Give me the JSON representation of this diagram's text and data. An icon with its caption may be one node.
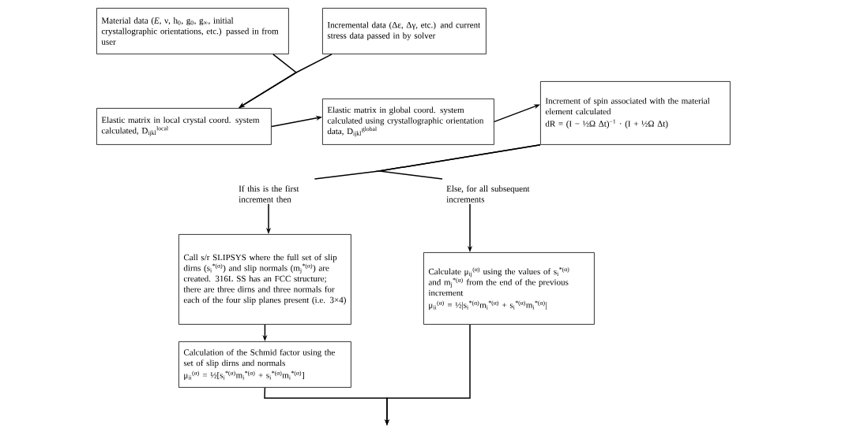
{
  "diagram": {
    "nodes": [
      {
        "text": [
          "Material data (*E*, ν, h$_{0}$, g$_{0}$, g$_{∞}$, initial crystallographic orientations, etc.) passed in from user"
        ]
      },
      {
        "text": [
          "Incremental data (Δε, Δγ, etc.) and current stress data passed in by solver"
        ]
      },
      {
        "text": [
          "Elastic matrix in local crystal coord. system calculated, D$_{ijkl}$$^{local}$"
        ]
      },
      {
        "text": [
          "Elastic matrix in global coord. system calculated using crystallographic orientation data, D$_{ijkl}$$^{global}$"
        ]
      },
      {
        "text": [
          "Increment of spin associated with the material element calculated",
          "dR = (I − ½Ω Δt)$^{−1}$ · (I + ½Ω Δt)"
        ]
      },
      {
        "text": [
          "If this is the first increment then"
        ]
      },
      {
        "text": [
          "Else, for all subsequent increments"
        ]
      },
      {
        "text": [
          "Call s/r SLIPSYS where the full set of slip dirns (s$_{i}$$^{*(α)}$) and slip normals (m$_{j}$$^{*(α)}$) are created. 316L SS has an FCC structure; there are three dirns and three normals for each of the four slip planes present (i.e. 3×4)"
        ]
      },
      {
        "text": [
          "Calculate μ$_{ij}$$^{(α)}$ using the values of s$_{i}$$^{*(α)}$ and m$_{j}$$^{*(α)}$ from the end of the previous increment",
          "μ$_{ii}$$^{(α)}$ = ½|s$_{i}$$^{*(α)}$m$_{i}$$^{*(α)}$ + s$_{i}$$^{*(α)}$m$_{i}$$^{*(α)}$|"
        ]
      },
      {
        "text": [
          "Calculation of the Schmid factor using the set of slip dirns and normals",
          "μ$_{ii}$$^{(α)}$ = ½[s$_{i}$$^{*(α)}$m$_{i}$$^{*(α)}$ + s$_{i}$$^{*(α)}$m$_{i}$$^{*(α)}$]"
        ]
      }
    ],
    "edges": [
      {
        "from": 0,
        "to": 2,
        "arrow": "to"
      },
      {
        "from": 1,
        "to": 2,
        "arrow": "to"
      },
      {
        "from": 2,
        "to": 3,
        "arrow": "to"
      },
      {
        "from": 3,
        "to": 4,
        "arrow": "to"
      },
      {
        "from": 4,
        "to": 5,
        "arrow": "none"
      },
      {
        "from": 4,
        "to": 6,
        "arrow": "none"
      },
      {
        "from": 5,
        "to": 7,
        "arrow": "to"
      },
      {
        "from": 6,
        "to": 8,
        "arrow": "to"
      },
      {
        "from": 7,
        "to": 9,
        "arrow": "to"
      },
      {
        "from": 9,
        "to": null,
        "arrow": "to"
      },
      {
        "from": 8,
        "to": null,
        "arrow": "to"
      }
    ]
  }
}
